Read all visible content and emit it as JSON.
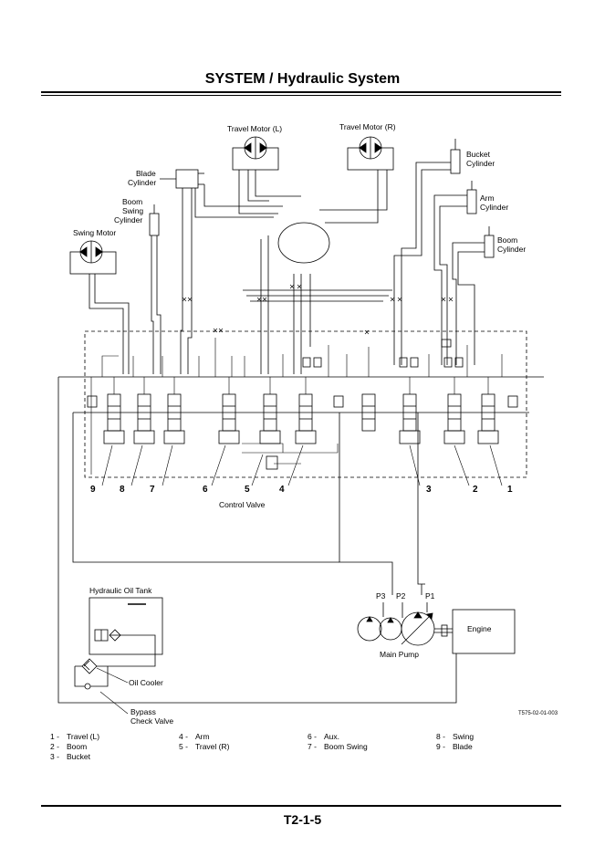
{
  "header": {
    "title": "SYSTEM / Hydraulic System"
  },
  "labels": {
    "travel_motor_l": "Travel Motor (L)",
    "travel_motor_r": "Travel Motor (R)",
    "blade_cyl_1": "Blade",
    "blade_cyl_2": "Cylinder",
    "boom_swing_1": "Boom",
    "boom_swing_2": "Swing",
    "boom_swing_3": "Cylinder",
    "swing_motor": "Swing Motor",
    "bucket_cyl_1": "Bucket",
    "bucket_cyl_2": "Cylinder",
    "arm_cyl_1": "Arm",
    "arm_cyl_2": "Cylinder",
    "boom_cyl_1": "Boom",
    "boom_cyl_2": "Cylinder",
    "control_valve": "Control Valve",
    "oil_tank": "Hydraulic Oil Tank",
    "oil_cooler": "Oil Cooler",
    "bypass_1": "Bypass",
    "bypass_2": "Check Valve",
    "p1": "P1",
    "p2": "P2",
    "p3": "P3",
    "main_pump": "Main Pump",
    "engine": "Engine",
    "figure_code": "T575-02-01-003"
  },
  "callouts": [
    "9",
    "8",
    "7",
    "6",
    "5",
    "4",
    "3",
    "2",
    "1"
  ],
  "legend": [
    {
      "num": "1 -",
      "text": "Travel (L)"
    },
    {
      "num": "2 -",
      "text": "Boom"
    },
    {
      "num": "3 -",
      "text": "Bucket"
    },
    {
      "num": "4 -",
      "text": "Arm"
    },
    {
      "num": "5 -",
      "text": "Travel (R)"
    },
    {
      "num": "6 -",
      "text": "Aux."
    },
    {
      "num": "7 -",
      "text": "Boom Swing"
    },
    {
      "num": "8 -",
      "text": "Swing"
    },
    {
      "num": "9 -",
      "text": "Blade"
    }
  ],
  "footer": {
    "page": "T2-1-5"
  }
}
